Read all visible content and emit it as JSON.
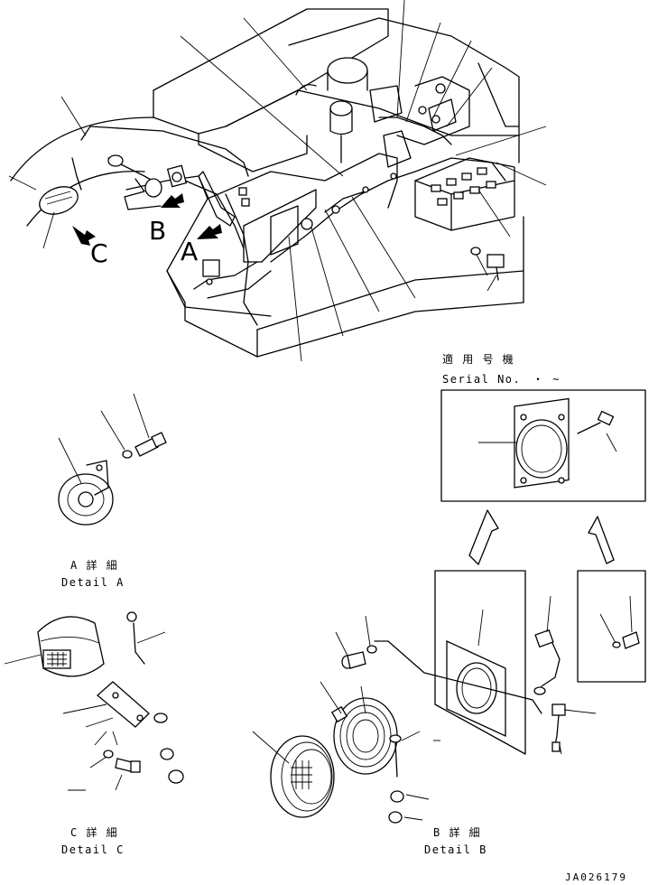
{
  "view_labels": {
    "a": "A",
    "b": "B",
    "c": "C"
  },
  "detail_a": {
    "jp": "A 詳 細",
    "en": "Detail A"
  },
  "detail_b": {
    "jp": "B 詳 細",
    "en": "Detail B"
  },
  "detail_c": {
    "jp": "C 詳 細",
    "en": "Detail C"
  },
  "serial": {
    "jp": "適 用 号 機",
    "en": "Serial No.",
    "range": "・  ~"
  },
  "drawing_number": "JA026179"
}
